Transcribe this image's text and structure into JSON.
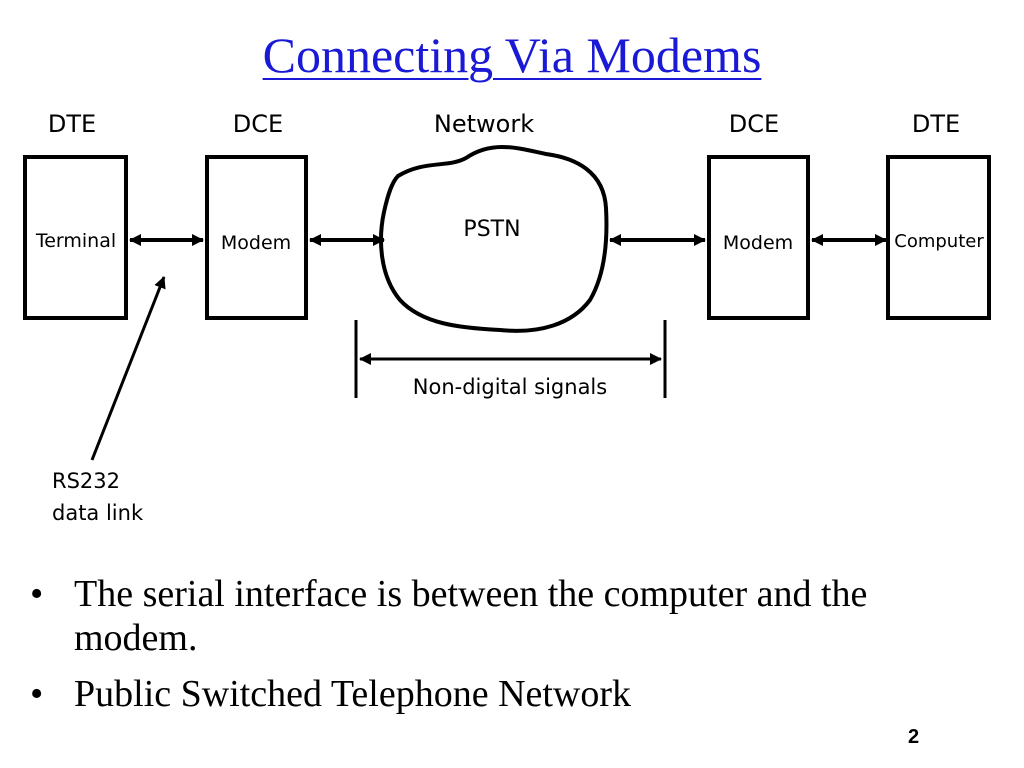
{
  "slide": {
    "title": "Connecting Via Modems",
    "page_number": "2"
  },
  "diagram": {
    "labels": {
      "dte_left": "DTE",
      "dce_left": "DCE",
      "network": "Network",
      "dce_right": "DCE",
      "dte_right": "DTE"
    },
    "nodes": {
      "terminal": "Terminal",
      "modem_left": "Modem",
      "pstn": "PSTN",
      "modem_right": "Modem",
      "computer": "Computer"
    },
    "non_digital_signals": "Non-digital signals",
    "rs232_line1": "RS232",
    "rs232_line2": "data link"
  },
  "bullets": [
    {
      "text": "The serial interface is between the computer and the modem."
    },
    {
      "text": "Public Switched Telephone Network"
    }
  ]
}
